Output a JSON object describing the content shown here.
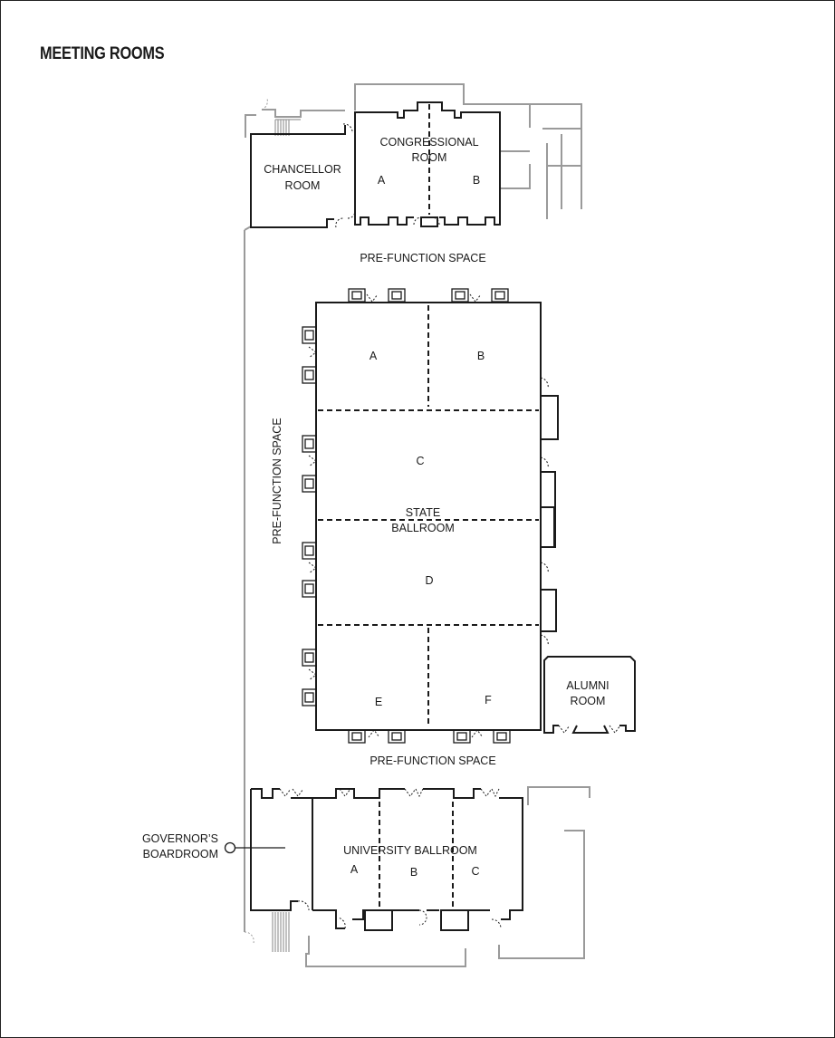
{
  "page_title": "MEETING ROOMS",
  "rooms": {
    "congressional": {
      "name_line1": "CONGRESSIONAL",
      "name_line2": "ROOM",
      "sections": [
        "A",
        "B"
      ]
    },
    "chancellor": {
      "name_line1": "CHANCELLOR",
      "name_line2": "ROOM"
    },
    "state_ballroom": {
      "name_line1": "STATE",
      "name_line2": "BALLROOM",
      "sections": [
        "A",
        "B",
        "C",
        "D",
        "E",
        "F"
      ]
    },
    "alumni": {
      "name_line1": "ALUMNI",
      "name_line2": "ROOM"
    },
    "university_ballroom": {
      "name": "UNIVERSITY BALLROOM",
      "sections": [
        "A",
        "B",
        "C"
      ]
    },
    "governors_boardroom": {
      "name_line1": "GOVERNOR’S",
      "name_line2": "BOARDROOM"
    }
  },
  "prefunction": {
    "top": "PRE-FUNCTION SPACE",
    "side": "PRE-FUNCTION SPACE",
    "bottom": "PRE-FUNCTION SPACE"
  },
  "colors": {
    "walls": "#1a1a1a",
    "surrounding_building": "#9a9a9a"
  }
}
